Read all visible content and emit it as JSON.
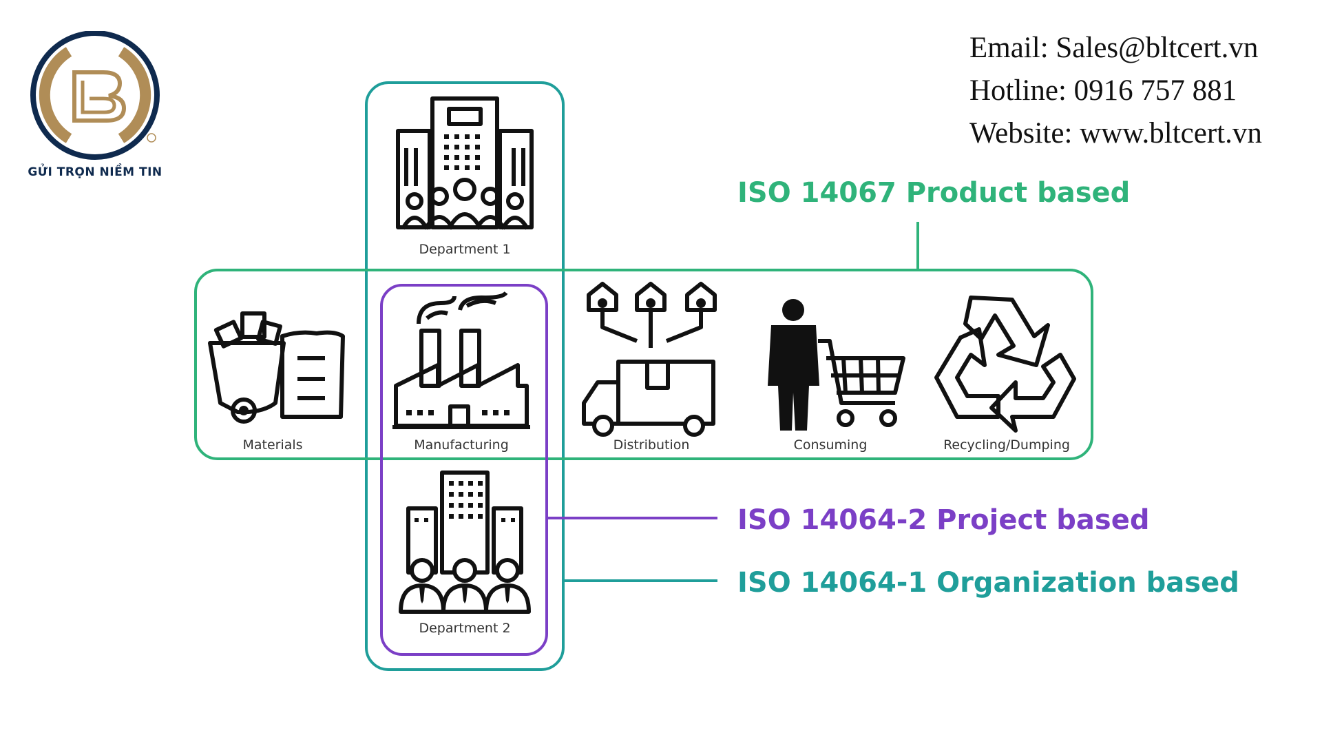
{
  "brand": {
    "slogan": "GỬI TRỌN NIỀM TIN",
    "colors": {
      "navy": "#0f2a4e",
      "gold": "#b08d57"
    }
  },
  "contact": {
    "email": "Email: Sales@bltcert.vn",
    "hotline": "Hotline: 0916 757 881",
    "website": "Website: www.bltcert.vn"
  },
  "standards": {
    "product": {
      "label": "ISO 14067 Product based",
      "color": "#2fb37a"
    },
    "project": {
      "label": "ISO 14064-2 Project based",
      "color": "#7b3fc6"
    },
    "organization": {
      "label": "ISO 14064-1 Organization based",
      "color": "#1f9e9a"
    }
  },
  "stages": {
    "department1": {
      "label": "Department 1",
      "icon": "office-people-icon"
    },
    "materials": {
      "label": "Materials",
      "icon": "materials-cart-icon"
    },
    "manufacturing": {
      "label": "Manufacturing",
      "icon": "factory-icon"
    },
    "distribution": {
      "label": "Distribution",
      "icon": "delivery-truck-icon"
    },
    "consuming": {
      "label": "Consuming",
      "icon": "shopper-cart-icon"
    },
    "recycling": {
      "label": "Recycling/Dumping",
      "icon": "recycle-icon"
    },
    "department2": {
      "label": "Department 2",
      "icon": "office-staff-icon"
    }
  }
}
